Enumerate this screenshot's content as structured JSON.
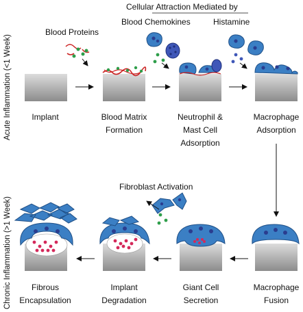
{
  "colors": {
    "cell_fill": "#3b7fc4",
    "cell_stroke": "#1f4f86",
    "nucleus": "#2a3d8f",
    "protein_green": "#2e9e4a",
    "protein_red": "#d0312d",
    "fiber": "#cc2222",
    "particle": "#d4285a",
    "implant_top": "#d9d9d9",
    "implant_bottom": "#8a8a8a"
  },
  "row_labels": {
    "acute": "Acute Inflammation (<1 Week)",
    "chronic": "Chronic Inflammation (>1 Week)"
  },
  "annotations": {
    "header": "Cellular Attraction Mediated by",
    "chemokines": "Blood Chemokines",
    "histamine": "Histamine",
    "blood_proteins": "Blood Proteins",
    "fibroblast_activation": "Fibroblast Activation"
  },
  "stages": {
    "implant": [
      "Implant"
    ],
    "blood_matrix": [
      "Blood Matrix",
      "Formation"
    ],
    "neutrophil": [
      "Neutrophil &",
      "Mast Cell",
      "Adsorption"
    ],
    "macrophage_adsorption": [
      "Macrophage",
      "Adsorption"
    ],
    "macrophage_fusion": [
      "Macrophage",
      "Fusion"
    ],
    "giant_cell": [
      "Giant Cell",
      "Secretion"
    ],
    "implant_degradation": [
      "Implant",
      "Degradation"
    ],
    "fibrous": [
      "Fibrous",
      "Encapsulation"
    ]
  },
  "icons": {
    "implant_block": "implant-block-icon",
    "cell": "cell-icon",
    "arrow": "arrow-right-icon"
  }
}
